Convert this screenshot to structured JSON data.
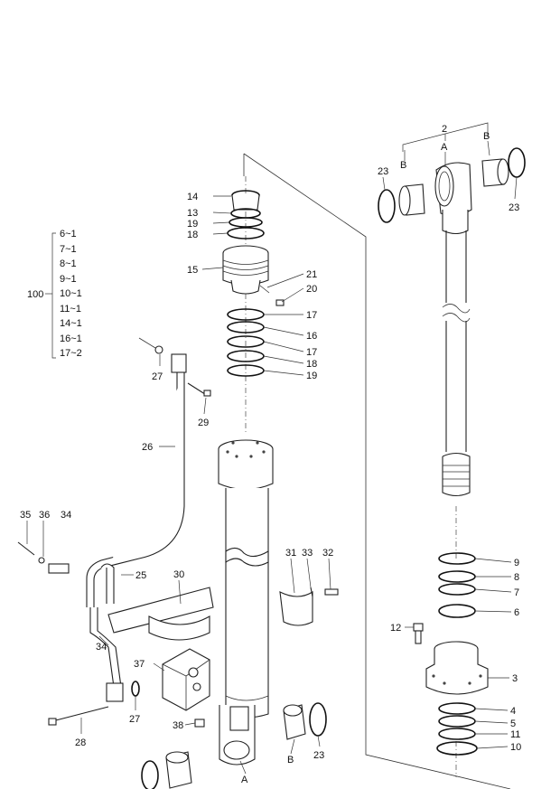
{
  "callouts": {
    "c14": "14",
    "c13": "13",
    "c19a": "19",
    "c18a": "18",
    "c15": "15",
    "c21": "21",
    "c20": "20",
    "c17a": "17",
    "c16": "16",
    "c17b": "17",
    "c18b": "18",
    "c19b": "19",
    "c27a": "27",
    "c29": "29",
    "c26": "26",
    "c35": "35",
    "c36": "36",
    "c34a": "34",
    "c25": "25",
    "c30": "30",
    "c31": "31",
    "c33": "33",
    "c32": "32",
    "c34b": "34",
    "c37": "37",
    "c27b": "27",
    "c28": "28",
    "c38": "38",
    "c23a": "23",
    "c23b": "23",
    "c23c": "23",
    "c2": "2",
    "c9": "9",
    "c8": "8",
    "c7": "7",
    "c6": "6",
    "c12": "12",
    "c3": "3",
    "c4": "4",
    "c5": "5",
    "c11": "11",
    "c10": "10",
    "c100": "100"
  },
  "letters": {
    "a_top": "A",
    "b_top_left": "B",
    "b_top_right": "B",
    "a_bottom": "A",
    "b_bottom": "B"
  },
  "kit_list": [
    "6~1",
    "7~1",
    "8~1",
    "9~1",
    "10~1",
    "11~1",
    "14~1",
    "16~1",
    "17~2"
  ]
}
